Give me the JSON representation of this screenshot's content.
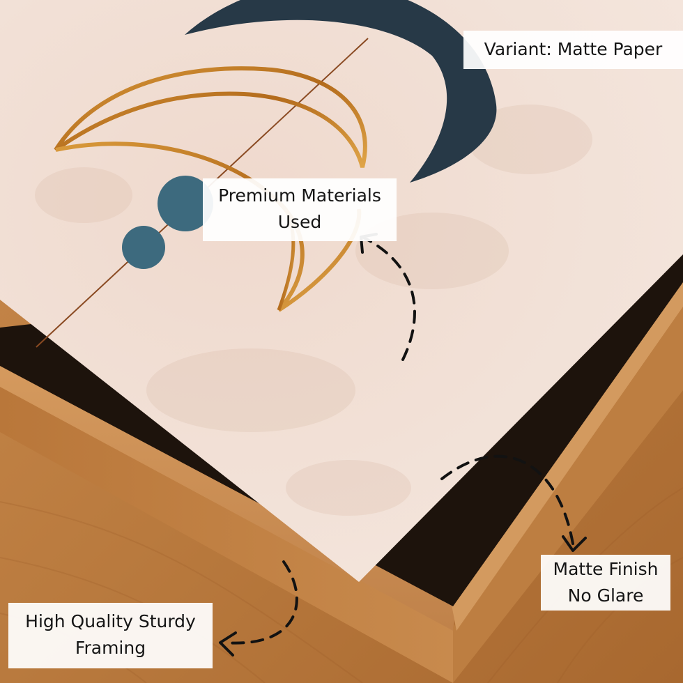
{
  "labels": {
    "variant": "Variant: Matte Paper",
    "premium_line1": "Premium Materials",
    "premium_line2": "Used",
    "matte_line1": "Matte Finish",
    "matte_line2": "No Glare",
    "framing_line1": "High Quality Sturdy",
    "framing_line2": "Framing"
  },
  "colors": {
    "paper": "#f1dfd5",
    "paper_shadow": "#e6cdbd",
    "wood_light": "#c98a4c",
    "wood_dark": "#a8682f",
    "frame_shadow": "#1d130c",
    "moon_navy": "#273947",
    "planet_teal": "#3d6a7e",
    "gold": "#c07a22",
    "arrow": "#121212"
  }
}
